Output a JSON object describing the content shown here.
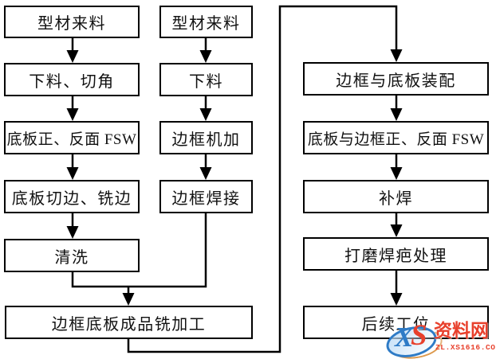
{
  "diagram": {
    "type": "flowchart",
    "background_color": "#ffffff",
    "box_fill": "#ffffff",
    "box_border_color": "#000000",
    "line_color": "#000000",
    "text_color": "#111111",
    "columns": {
      "left": [
        "型材来料",
        "下料、切角",
        "底板正、反面 FSW",
        "底板切边、铣边",
        "清洗"
      ],
      "middle": [
        "型材来料",
        "下料",
        "边框机加",
        "边框焊接"
      ],
      "right": [
        "边框与底板装配",
        "底板与边框正、反面 FSW",
        "补焊",
        "打磨焊疤处理",
        "后续工位"
      ],
      "bottom": "边框底板成品铣加工"
    }
  },
  "watermark": {
    "logo_x": "X",
    "logo_s": "S",
    "site_name": "资料网",
    "site_url": "ZL.XS1616.COM",
    "blue": "#2e7bc6",
    "red": "#e8402c",
    "orange": "#dd9a4e"
  }
}
